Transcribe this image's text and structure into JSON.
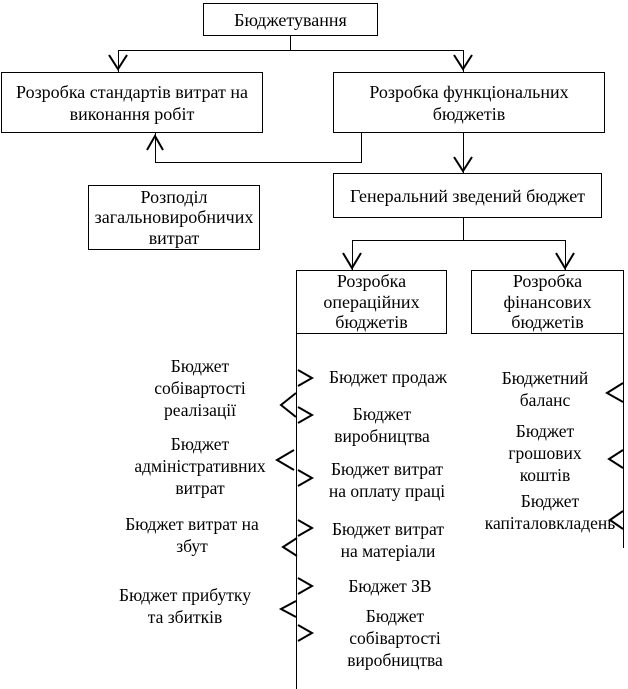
{
  "diagram": {
    "root": {
      "lines": [
        "Бюджетування"
      ]
    },
    "cost_standards": {
      "lines": [
        "Розробка стандартів витрат на",
        "виконання робіт"
      ]
    },
    "functional_budgets": {
      "lines": [
        "Розробка функціональних",
        "бюджетів"
      ]
    },
    "overhead_allocation": {
      "lines": [
        "Розподіл",
        "загальновиробничих",
        "витрат"
      ]
    },
    "master_budget": {
      "lines": [
        "Генеральний зведений бюджет"
      ]
    },
    "operating_budgets": {
      "lines": [
        "Розробка",
        "операційних",
        "бюджетів"
      ]
    },
    "financial_budgets": {
      "lines": [
        "Розробка",
        "фінансових",
        "бюджетів"
      ]
    }
  },
  "operating_outputs": [
    {
      "lines": [
        "Бюджет",
        "собівартості",
        "реалізації"
      ]
    },
    {
      "lines": [
        "Бюджет",
        "адміністративних",
        "витрат"
      ]
    },
    {
      "lines": [
        "Бюджет витрат на",
        "збут"
      ]
    },
    {
      "lines": [
        "Бюджет прибутку",
        "та збитків"
      ]
    }
  ],
  "operating_items": [
    {
      "lines": [
        "Бюджет продаж"
      ]
    },
    {
      "lines": [
        "Бюджет",
        "виробництва"
      ]
    },
    {
      "lines": [
        "Бюджет витрат",
        "на оплату праці"
      ]
    },
    {
      "lines": [
        "Бюджет витрат",
        "на матеріали"
      ]
    },
    {
      "lines": [
        "Бюджет ЗВ"
      ]
    },
    {
      "lines": [
        "Бюджет",
        "собівартості",
        "виробництва"
      ]
    }
  ],
  "financial_items": [
    {
      "lines": [
        "Бюджетний",
        "баланс"
      ]
    },
    {
      "lines": [
        "Бюджет",
        "грошових",
        "коштів"
      ]
    },
    {
      "lines": [
        "Бюджет",
        "капіталовкладень"
      ]
    }
  ]
}
